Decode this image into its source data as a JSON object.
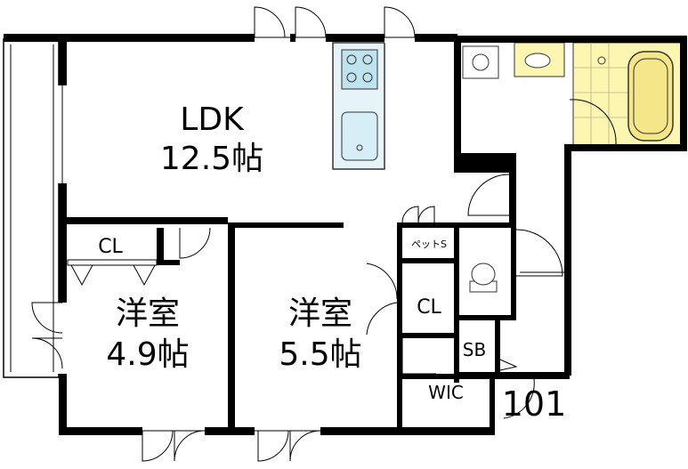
{
  "rooms": {
    "ldk": {
      "name": "LDK",
      "size": "12.5帖"
    },
    "western1": {
      "name": "洋室",
      "size": "4.9帖"
    },
    "western2": {
      "name": "洋室",
      "size": "5.5帖"
    },
    "closet1": {
      "name": "CL"
    },
    "closet2": {
      "name": "CL"
    },
    "wic": {
      "name": "WIC"
    },
    "sb": {
      "name": "SB"
    },
    "pet_storage": {
      "name": "ペットS"
    }
  },
  "unit_number": "101",
  "colors": {
    "wall": "#000000",
    "bathroom_fill": "#fdf6b0",
    "kitchen_fill": "#e6f3f8",
    "fixture_line": "#555555"
  }
}
